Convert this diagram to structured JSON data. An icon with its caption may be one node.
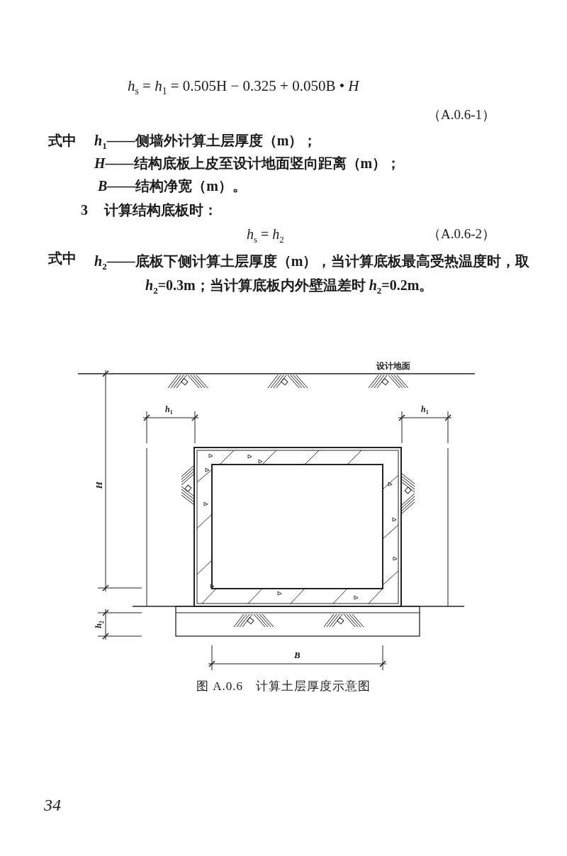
{
  "diagram": {
    "caption": "图 A.0.6　计算土层厚度示意图",
    "labels": [
      "*h*$_{s}$ = *h*$_{1}$ = 0.505H − 0.325 + 0.050B • *H*",
      "（A.0.6-1）",
      "式中",
      "*h*$_{1}$——侧墙外计算土层厚度（m）；",
      "*H*——结构底板上皮至设计地面竖向距离（m）；",
      "*B*——结构净宽（m）。",
      "3",
      "计算结构底板时：",
      "*h*$_{s}$ = *h*$_{2}$",
      "（A.0.6-2）",
      "式中",
      "*h*$_{2}$——底板下侧计算土层厚度（m），当计算底板最高受热温度时，取 *h*$_{2}$=0.3m；当计算底板内外壁温差时 *h*$_{2}$=0.2m。",
      "设计地面",
      "*h*$_{1}$",
      "*h*$_{1}$",
      "H",
      "*h*$_{2}$",
      "B",
      "34"
    ]
  }
}
